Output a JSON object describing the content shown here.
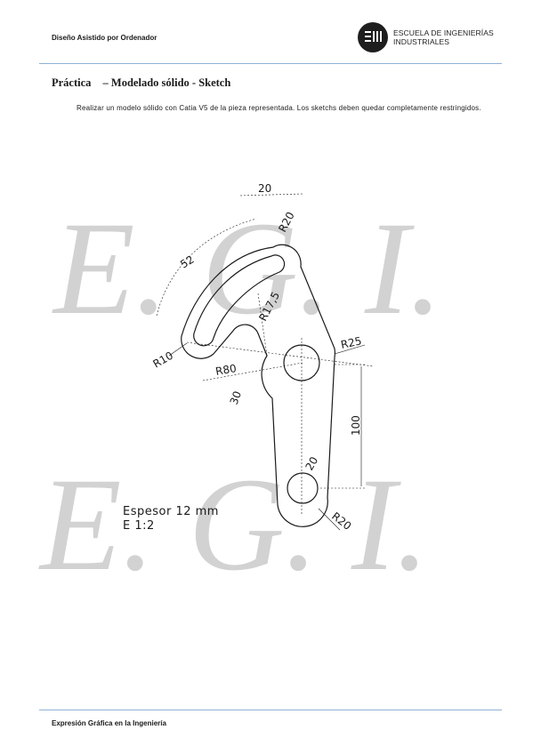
{
  "header": {
    "course": "Diseño Asistido por Ordenador",
    "logo_line1": "ESCUELA DE INGENIERÍAS",
    "logo_line2": "INDUSTRIALES"
  },
  "title": {
    "label": "Práctica",
    "subject": "– Modelado sólido - Sketch"
  },
  "instructions": "Realizar un modelo sólido con Catia V5 de la pieza representada. Los sketchs deben quedar completamente restringidos.",
  "watermark": {
    "row1": "E. G. I.",
    "row2": "E. G. I."
  },
  "drawing": {
    "dims": {
      "d20_top": "20",
      "r20_top": "R20",
      "a52": "52",
      "r17_5": "R17,5",
      "r10": "R10",
      "r80": "R80",
      "r25": "R25",
      "d30": "30",
      "d100": "100",
      "d20_bottom": "20",
      "r20_bottom": "R20"
    },
    "notes": {
      "thickness": "Espesor 12 mm",
      "scale": "E 1:2"
    }
  },
  "footer": "Expresión Gráfica en la Ingeniería"
}
